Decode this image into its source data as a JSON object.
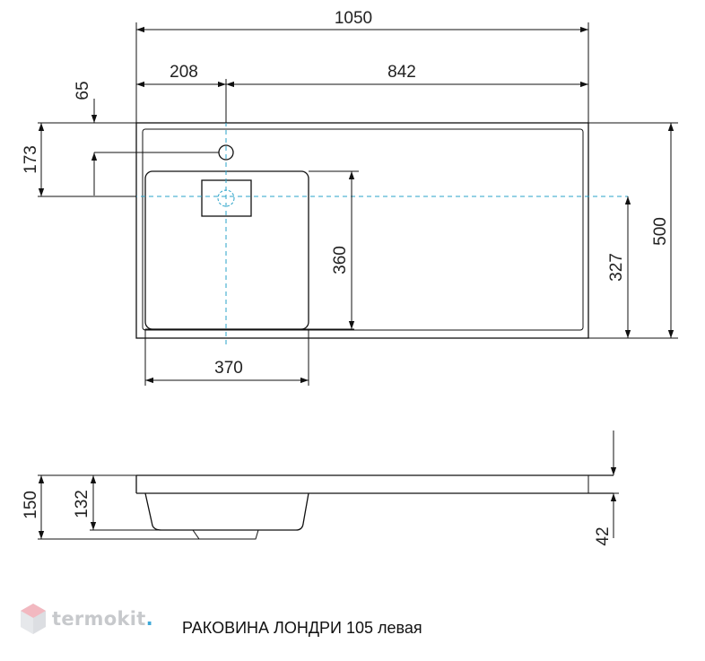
{
  "dimensions": {
    "total_length": "1050",
    "drain_offset": "208",
    "drain_to_right": "842",
    "tap_hole_offset": "65",
    "drain_center_from_top": "173",
    "total_depth": "500",
    "bowl_depth": "360",
    "drain_center_from_bottom": "327",
    "bowl_width": "370",
    "total_height": "150",
    "bowl_height": "132",
    "counter_thickness": "42"
  },
  "footer": {
    "logo_text": "termokit",
    "logo_dot": ".",
    "caption": "РАКОВИНА ЛОНДРИ 105 левая"
  },
  "colors": {
    "line": "#111111",
    "centerline": "#2aa3c9",
    "logo_gray": "#c7c9cc",
    "logo_accent": "#3ea8d8",
    "logo_pink": "#f2b8c0"
  }
}
